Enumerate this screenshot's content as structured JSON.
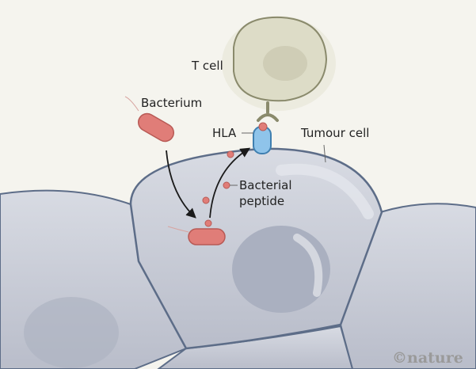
{
  "labels": {
    "t_cell": "T cell",
    "bacterium": "Bacterium",
    "hla": "HLA",
    "tumour_cell": "Tumour cell",
    "peptide_line1": "Bacterial",
    "peptide_line2": "peptide"
  },
  "credit": "©nature",
  "colors": {
    "background": "#f5f4ee",
    "cell": "#c6cad5",
    "cell_outline": "#5d6d88",
    "t_cell": "#dedcc8",
    "bacterium": "#e07d78",
    "hla": "#8fc4ea"
  }
}
